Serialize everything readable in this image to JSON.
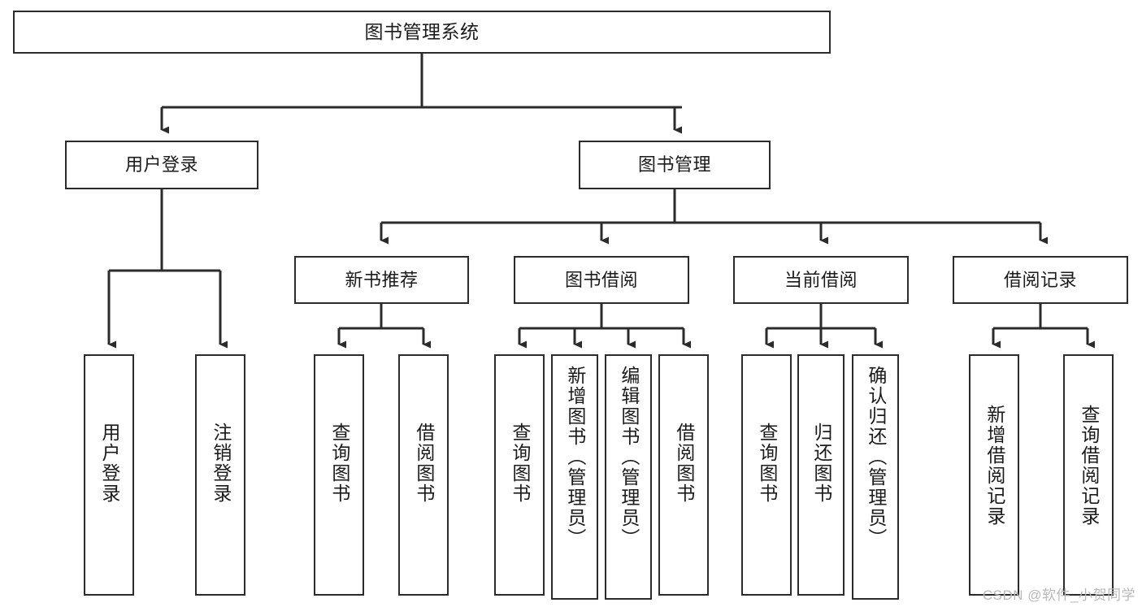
{
  "diagram": {
    "title": "图书管理系统",
    "type": "hierarchy-tree",
    "watermark": "CSDN @软件_小贺同学",
    "colors": {
      "stroke": "#2b2b2b",
      "fill": "#ffffff",
      "text": "#1b1b1b",
      "watermark": "#b9b9b9"
    },
    "levels": {
      "root": [
        "图书管理系统"
      ],
      "level2": [
        "用户登录",
        "图书管理"
      ],
      "level3": [
        "新书推荐",
        "图书借阅",
        "当前借阅",
        "借阅记录"
      ],
      "leaves": [
        "用户登录",
        "注销登录",
        "查询图书",
        "借阅图书",
        "查询图书",
        "新增图书（管理员）",
        "编辑图书（管理员）",
        "借阅图书",
        "查询图书",
        "归还图书",
        "确认归还（管理员）",
        "新增借阅记录",
        "查询借阅记录"
      ]
    },
    "nodes": {
      "root": {
        "label": "图书管理系统"
      },
      "user_login": {
        "label": "用户登录"
      },
      "book_mgmt": {
        "label": "图书管理"
      },
      "new_book_rec": {
        "label": "新书推荐"
      },
      "book_borrow": {
        "label": "图书借阅"
      },
      "current_borrow": {
        "label": "当前借阅"
      },
      "borrow_record": {
        "label": "借阅记录"
      },
      "leaf_user_login": {
        "label": "用户登录"
      },
      "leaf_user_logout": {
        "label": "注销登录"
      },
      "leaf_query_book_1": {
        "label": "查询图书"
      },
      "leaf_borrow_book_1": {
        "label": "借阅图书"
      },
      "leaf_query_book_2": {
        "label": "查询图书"
      },
      "leaf_add_book": {
        "label": "新增图书（管理员）"
      },
      "leaf_edit_book": {
        "label": "编辑图书（管理员）"
      },
      "leaf_borrow_book_2": {
        "label": "借阅图书"
      },
      "leaf_query_book_3": {
        "label": "查询图书"
      },
      "leaf_return_book": {
        "label": "归还图书"
      },
      "leaf_confirm_return": {
        "label": "确认归还（管理员）"
      },
      "leaf_add_record": {
        "label": "新增借阅记录"
      },
      "leaf_query_record": {
        "label": "查询借阅记录"
      }
    }
  }
}
